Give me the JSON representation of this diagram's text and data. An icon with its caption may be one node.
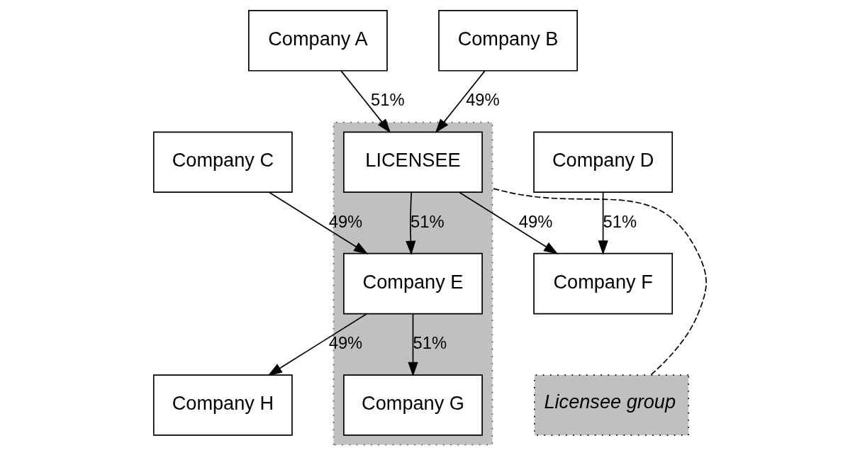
{
  "diagram": {
    "nodes": [
      {
        "text": [
          "Company A"
        ]
      },
      {
        "text": [
          "Company B"
        ]
      },
      {
        "text": [],
        "shape": "band"
      },
      {
        "text": [
          "LICENSEE"
        ],
        "in": 2
      },
      {
        "text": [
          "Company C"
        ]
      },
      {
        "text": [
          "Company D"
        ]
      },
      {
        "text": [
          "Company E"
        ],
        "in": 2
      },
      {
        "text": [
          "Company F"
        ]
      },
      {
        "text": [
          "Company G"
        ],
        "in": 2
      },
      {
        "text": [
          "Company H"
        ]
      },
      {
        "text": [
          "Licensee group"
        ]
      }
    ],
    "edges": [
      {
        "from": 0,
        "to": 3,
        "arrow": "to",
        "label": "51%"
      },
      {
        "from": 1,
        "to": 3,
        "arrow": "to",
        "label": "49%"
      },
      {
        "from": 4,
        "to": 6,
        "arrow": "to",
        "label": "49%"
      },
      {
        "from": 3,
        "to": 6,
        "arrow": "to",
        "label": "51%"
      },
      {
        "from": 3,
        "to": 7,
        "arrow": "to",
        "label": "49%"
      },
      {
        "from": 5,
        "to": 7,
        "arrow": "to",
        "label": "51%"
      },
      {
        "from": 6,
        "to": 8,
        "arrow": "to",
        "label": "51%"
      },
      {
        "from": 6,
        "to": 9,
        "arrow": "to",
        "label": "49%"
      },
      {
        "from": 10,
        "to": 2,
        "arrow": "none",
        "style": "dashed"
      }
    ]
  }
}
